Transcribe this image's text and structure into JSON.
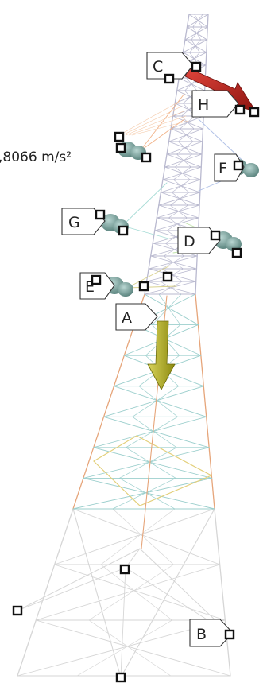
{
  "gravity_text": ",8066 m/s²",
  "load_tags": [
    {
      "id": "C"
    },
    {
      "id": "H"
    },
    {
      "id": "F"
    },
    {
      "id": "G"
    },
    {
      "id": "D"
    },
    {
      "id": "E"
    },
    {
      "id": "A"
    },
    {
      "id": "B"
    }
  ],
  "colors": {
    "tower_upper": "#b9b9cf",
    "tower_mid_teal": "#9ccfcd",
    "tower_mid_orange": "#e6a57a",
    "tower_lower": "#d6d6d6",
    "belt_yellow": "#e3cf7a",
    "force_red": "#c0211b",
    "force_yellow": "#b6b21b",
    "insulator": "#6f9791"
  }
}
